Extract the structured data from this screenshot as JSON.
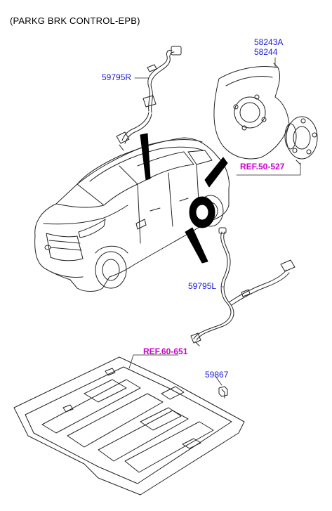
{
  "title": "(PARKG BRK CONTROL-EPB)",
  "parts": {
    "cable_right": "59795R",
    "dust_cover_a": "58243A",
    "dust_cover_b": "58244",
    "cable_left": "59795L",
    "bolt": "59867"
  },
  "references": {
    "hub": "REF.50-527",
    "floor": "REF.60-651"
  },
  "colors": {
    "part_number": "#1a1ad6",
    "reference": "#cc00cc"
  }
}
